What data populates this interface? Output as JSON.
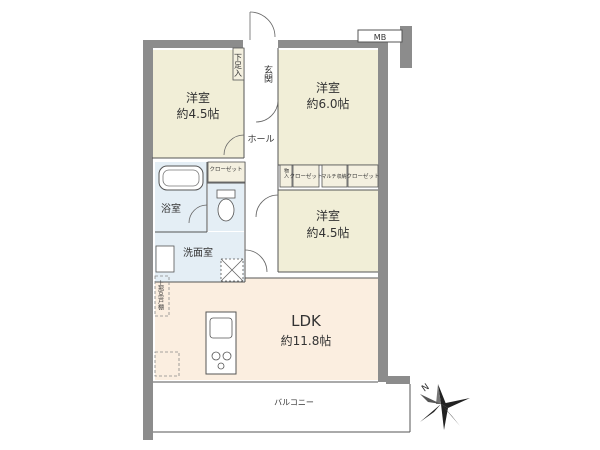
{
  "rooms": {
    "western1": {
      "name": "洋室",
      "size": "約4.5帖"
    },
    "western2": {
      "name": "洋室",
      "size": "約6.0帖"
    },
    "western3": {
      "name": "洋室",
      "size": "約4.5帖"
    },
    "ldk": {
      "name": "LDK",
      "size": "約11.8帖"
    },
    "bath": {
      "name": "浴室"
    },
    "washroom": {
      "name": "洗面室"
    },
    "entrance": {
      "name": "玄関"
    },
    "hall": {
      "name": "ホール"
    },
    "shoe": {
      "name": "下足入"
    },
    "balcony": {
      "name": "バルコニー"
    },
    "closet1": {
      "name": "クローゼット"
    },
    "closet2": {
      "name": "クローゼット"
    },
    "closet3": {
      "name": "クローゼット"
    },
    "multi": {
      "name": "マルチ収納"
    },
    "storage": {
      "name": "物入"
    },
    "upper": {
      "name": "上部吊戸棚"
    },
    "mb": {
      "name": "MB"
    }
  },
  "compass": {
    "label": "N"
  },
  "colors": {
    "room": "#f1eed7",
    "ldk": "#fbeee0",
    "wet": "#e4eef5",
    "wall": "#8c8c8c"
  }
}
